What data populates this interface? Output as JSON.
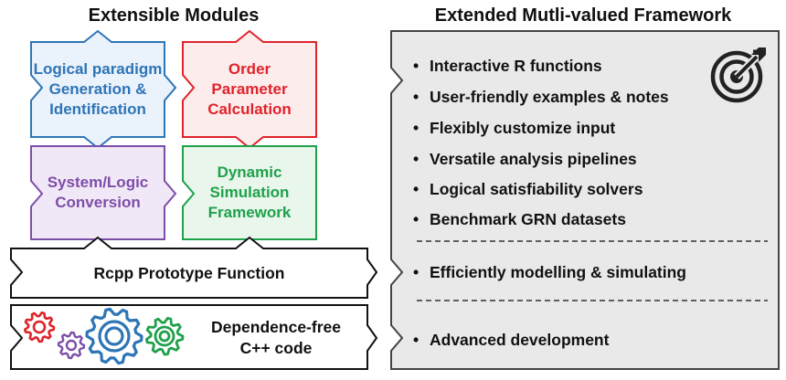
{
  "left_panel": {
    "heading": "Extensible Modules",
    "modules": [
      {
        "id": "logical",
        "lines": [
          "Logical paradigm",
          "Generation &",
          "Identification"
        ],
        "color": "#2e75b6",
        "fill": "#eaf2fb"
      },
      {
        "id": "order",
        "lines": [
          "Order",
          "Parameter",
          "Calculation"
        ],
        "color": "#e0232b",
        "fill": "#fdecec"
      },
      {
        "id": "system",
        "lines": [
          "System/Logic",
          "Conversion"
        ],
        "color": "#7d4ea8",
        "fill": "#f1e8f7"
      },
      {
        "id": "dynamic",
        "lines": [
          "Dynamic",
          "Simulation",
          "Framework"
        ],
        "color": "#1fa14a",
        "fill": "#e8f6ec"
      }
    ],
    "rcpp_label": "Rcpp Prototype Function",
    "cpp_lines": [
      "Dependence-free",
      "C++ code"
    ],
    "gear_colors": [
      "#e0232b",
      "#7d4ea8",
      "#2e75b6",
      "#1fa14a"
    ]
  },
  "right_panel": {
    "heading": "Extended Mutli-valued Framework",
    "bullet_symbol": "•",
    "group1": [
      "Interactive R functions",
      "User-friendly examples & notes",
      "Flexibly customize input",
      "Versatile analysis pipelines",
      "Logical satisfiability solvers",
      "Benchmark GRN datasets"
    ],
    "group2": [
      "Efficiently modelling & simulating"
    ],
    "group3": [
      "Advanced development"
    ],
    "icon": "target-icon"
  }
}
